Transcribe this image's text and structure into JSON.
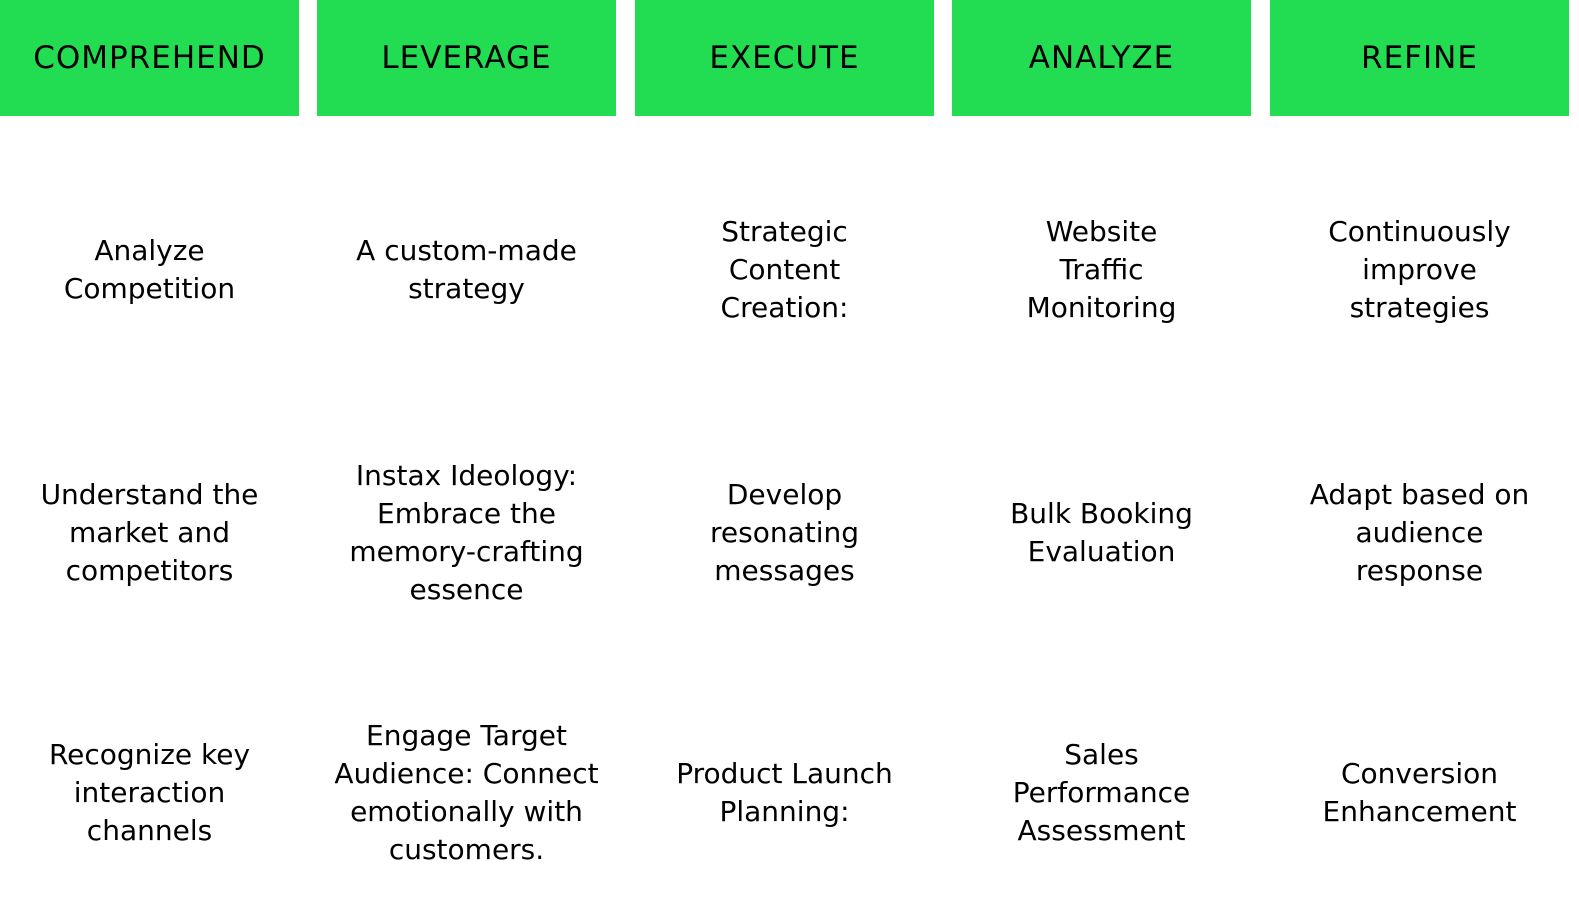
{
  "colors": {
    "header_bg": "#22dd52",
    "text": "#000000",
    "background": "#ffffff"
  },
  "columns": [
    {
      "header": "COMPREHEND",
      "items": [
        "Analyze Competition",
        "Understand the market and competitors",
        "Recognize key interaction channels"
      ]
    },
    {
      "header": "LEVERAGE",
      "items": [
        "A custom-made strategy",
        "Instax Ideology: Embrace the memory-crafting essence",
        "Engage Target Audience: Connect emotionally with customers."
      ]
    },
    {
      "header": "EXECUTE",
      "items": [
        "Strategic Content Creation:",
        "Develop resonating messages",
        "Product Launch Planning:"
      ]
    },
    {
      "header": "ANALYZE",
      "items": [
        "Website Traffic Monitoring",
        "Bulk Booking Evaluation",
        "Sales Performance Assessment"
      ]
    },
    {
      "header": "REFINE",
      "items": [
        "Continuously improve strategies",
        "Adapt based on audience response",
        "Conversion Enhancement"
      ]
    }
  ]
}
